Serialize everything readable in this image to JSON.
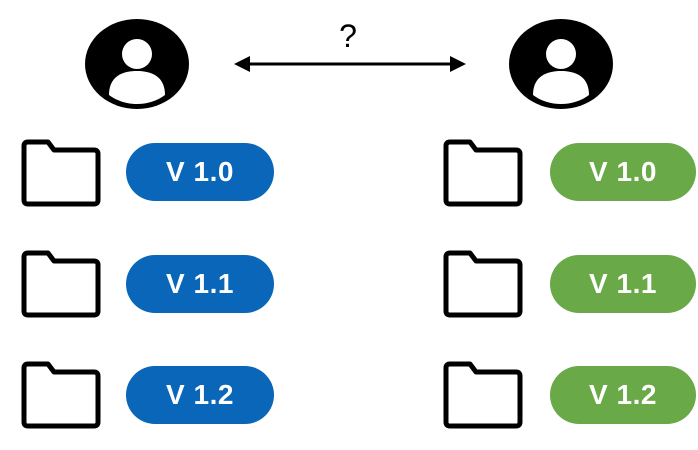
{
  "diagram": {
    "question_mark": "?",
    "icons": {
      "user": "user-icon",
      "folder": "folder-icon",
      "arrow": "double-arrow-icon"
    },
    "colors": {
      "left_pill": "#0a66b8",
      "right_pill": "#6aa948",
      "icon": "#000000"
    },
    "left": {
      "versions": [
        {
          "label": "V 1.0"
        },
        {
          "label": "V 1.1"
        },
        {
          "label": "V 1.2"
        }
      ]
    },
    "right": {
      "versions": [
        {
          "label": "V 1.0"
        },
        {
          "label": "V 1.1"
        },
        {
          "label": "V 1.2"
        }
      ]
    }
  }
}
